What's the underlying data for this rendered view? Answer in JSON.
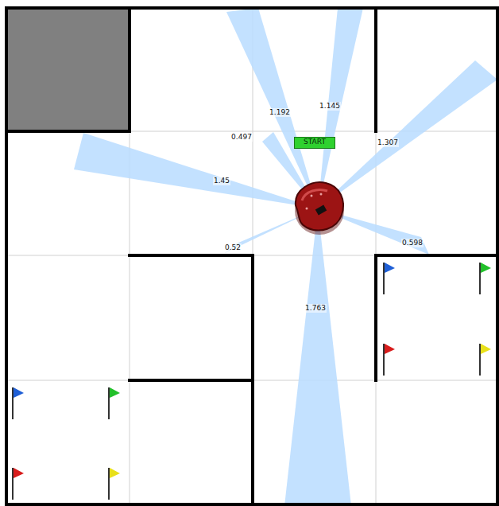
{
  "diagram": {
    "nodes": [
      {
        "text": [
          "START"
        ]
      }
    ],
    "labels": [
      "1.192",
      "1.145",
      "0.497",
      "1.307",
      "1.45",
      "0.52",
      "0.598",
      "1.763"
    ]
  }
}
